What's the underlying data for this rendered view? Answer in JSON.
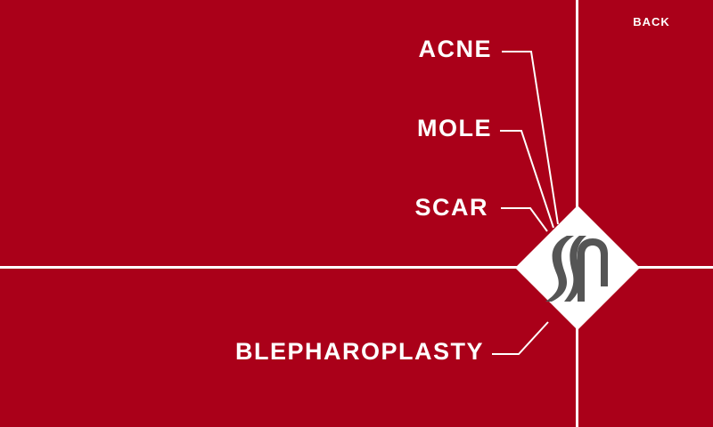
{
  "nav": {
    "back_label": "BACK"
  },
  "menu": {
    "items": [
      {
        "id": "acne",
        "label": "ACNE"
      },
      {
        "id": "mole",
        "label": "MOLE"
      },
      {
        "id": "scar",
        "label": "SCAR"
      },
      {
        "id": "blepharoplasty",
        "label": "BLEPHAROPLASTY"
      }
    ]
  },
  "logo": {
    "icon": "brand-logo-icon"
  },
  "colors": {
    "background": "#aa0019",
    "lines": "#ffffff",
    "logo_background": "#ffffff",
    "logo_mark": "#555555"
  }
}
